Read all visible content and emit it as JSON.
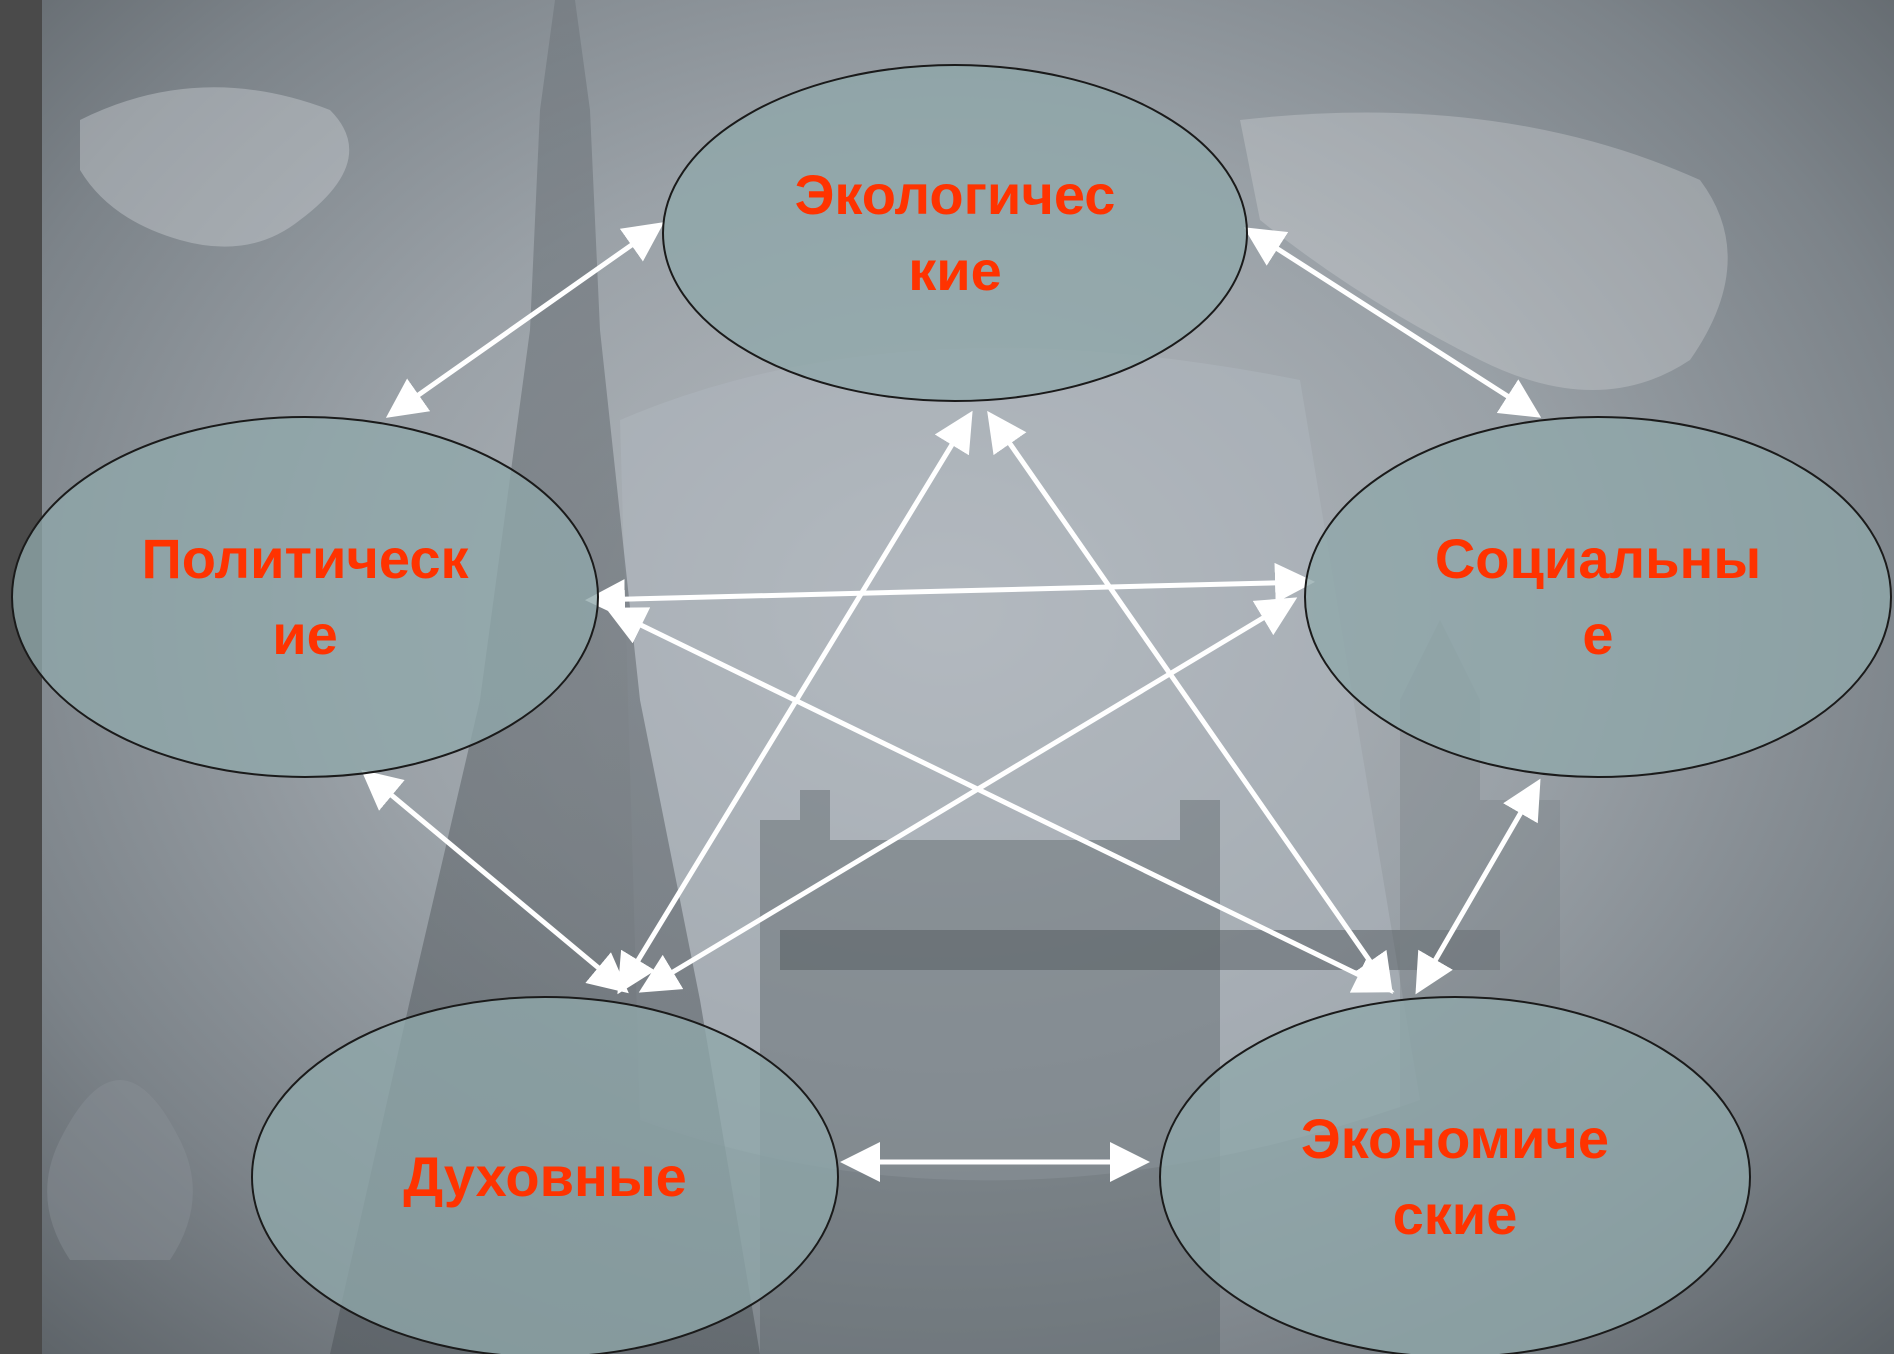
{
  "diagram": {
    "nodes": [
      {
        "id": "ecological",
        "label": "Экологичес\nкие"
      },
      {
        "id": "political",
        "label": "Политическ\nие"
      },
      {
        "id": "social",
        "label": "Социальны\nе"
      },
      {
        "id": "spiritual",
        "label": "Духовные"
      },
      {
        "id": "economic",
        "label": "Экономиче\nские"
      }
    ],
    "edges": [
      {
        "from": "ecological",
        "to": "political",
        "bidirectional": true
      },
      {
        "from": "ecological",
        "to": "social",
        "bidirectional": true
      },
      {
        "from": "ecological",
        "to": "spiritual",
        "bidirectional": true
      },
      {
        "from": "ecological",
        "to": "economic",
        "bidirectional": true
      },
      {
        "from": "political",
        "to": "social",
        "bidirectional": true
      },
      {
        "from": "political",
        "to": "spiritual",
        "bidirectional": true
      },
      {
        "from": "political",
        "to": "economic",
        "bidirectional": true
      },
      {
        "from": "social",
        "to": "spiritual",
        "bidirectional": true
      },
      {
        "from": "social",
        "to": "economic",
        "bidirectional": true
      },
      {
        "from": "spiritual",
        "to": "economic",
        "bidirectional": true
      }
    ]
  },
  "colors": {
    "node_fill": "#8fa8aa",
    "node_stroke": "#1a1a1a",
    "label_text": "#ff3300",
    "arrow": "#ffffff"
  }
}
